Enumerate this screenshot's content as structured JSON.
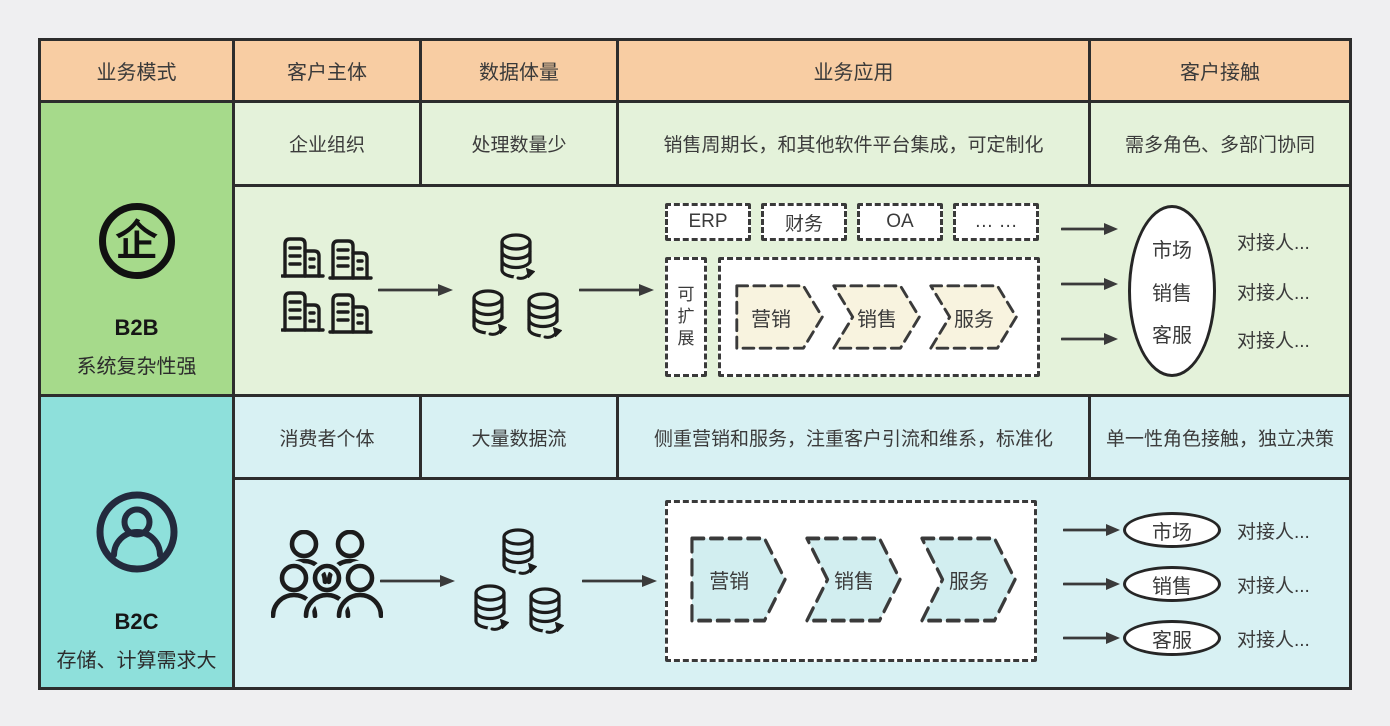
{
  "header": {
    "cols": [
      "业务模式",
      "客户主体",
      "数据体量",
      "业务应用",
      "客户接触"
    ]
  },
  "b2b": {
    "badge_text": "企",
    "name": "B2B",
    "tagline": "系统复杂性强",
    "customer": "企业组织",
    "data_volume": "处理数量少",
    "application": "销售周期长，和其他软件平台集成，可定制化",
    "contact": "需多角色、多部门协同",
    "app_boxes": [
      "ERP",
      "财务",
      "OA",
      "… …"
    ],
    "expandable": "可扩展",
    "process": [
      "营销",
      "销售",
      "服务"
    ],
    "roles": [
      "市场",
      "销售",
      "客服"
    ],
    "contact_person": [
      "对接人...",
      "对接人...",
      "对接人..."
    ]
  },
  "b2c": {
    "name": "B2C",
    "tagline": "存储、计算需求大",
    "customer": "消费者个体",
    "data_volume": "大量数据流",
    "application": "侧重营销和服务，注重客户引流和维系，标准化",
    "contact": "单一性角色接触，独立决策",
    "process": [
      "营销",
      "销售",
      "服务"
    ],
    "roles": [
      "市场",
      "销售",
      "客服"
    ],
    "contact_person": [
      "对接人...",
      "对接人...",
      "对接人..."
    ]
  },
  "colors": {
    "header_bg": "#F8CDA3",
    "b2b_accent": "#A6DA8B",
    "b2b_light": "#E4F2DA",
    "b2c_accent": "#8EE0DB",
    "b2c_light": "#D8F1F3",
    "chevron_b2b_fill": "#F8F3DF",
    "chevron_b2c_fill": "#D2EEF0",
    "border": "#2D2D2D"
  }
}
